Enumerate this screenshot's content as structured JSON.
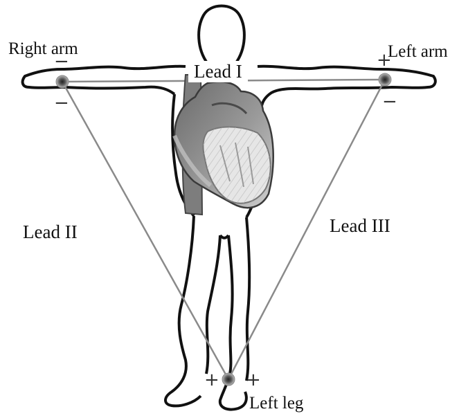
{
  "labels": {
    "right_arm": "Right arm",
    "left_arm": "Left arm",
    "left_leg": "Left leg",
    "lead_1": "Lead I",
    "lead_2": "Lead II",
    "lead_3": "Lead III"
  },
  "polarity": {
    "right_arm_top": "−",
    "right_arm_bottom": "−",
    "left_arm_top": "+",
    "left_arm_bottom": "−",
    "left_leg_left": "+",
    "left_leg_right": "+"
  },
  "colors": {
    "outline": "#111111",
    "lead_line": "#8a8a8a",
    "heart_dark": "#555555",
    "heart_mid": "#8c8c8c",
    "heart_light": "#d6d6d6",
    "electrode": "#6e6e6e"
  }
}
